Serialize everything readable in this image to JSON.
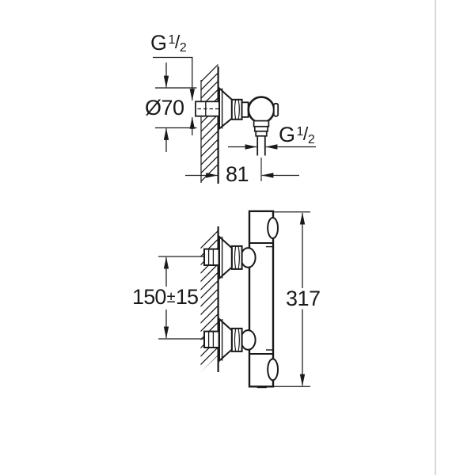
{
  "colors": {
    "line": "#1a1a1a",
    "background": "#ffffff",
    "card_border": "#d9d9d9"
  },
  "top_view": {
    "thread_top": {
      "prefix": "G",
      "numerator": "1",
      "slash": "/",
      "denominator": "2"
    },
    "diameter_label": "Ø70",
    "thread_outlet": {
      "prefix": "G",
      "numerator": "1",
      "slash": "/",
      "denominator": "2"
    },
    "wall_offset_label": "81"
  },
  "front_view": {
    "spacing": {
      "value": "150",
      "pm": "±",
      "tolerance": "15"
    },
    "height_label": "317"
  }
}
